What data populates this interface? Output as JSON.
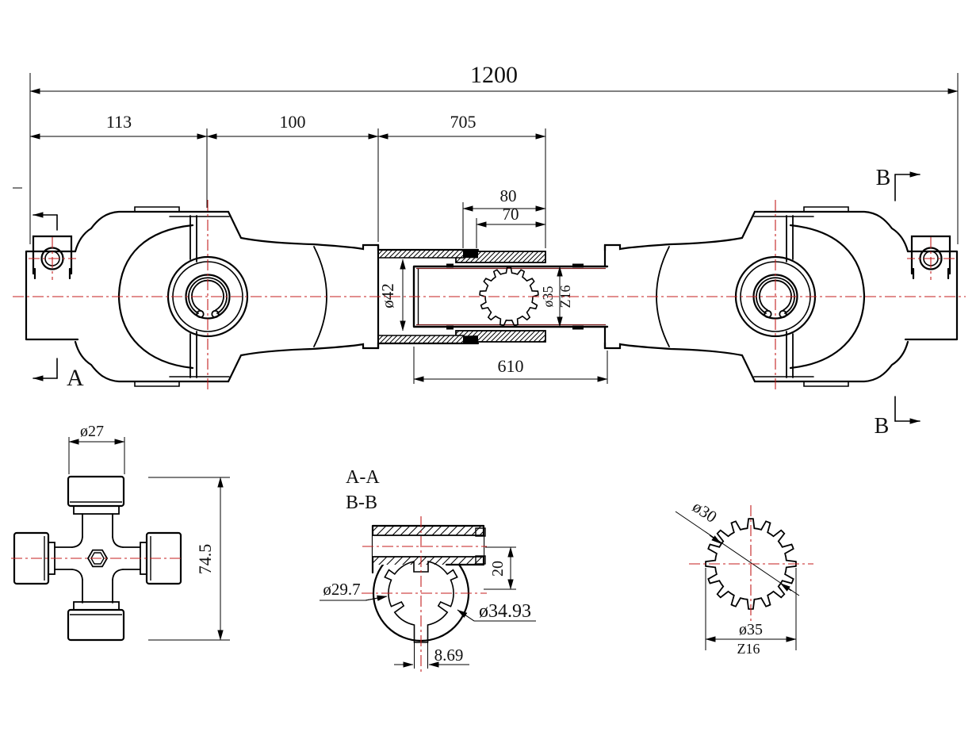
{
  "drawing": {
    "colors": {
      "line": "#000000",
      "centerline": "#c41e1e",
      "shaft_accent": "#7b1d1d",
      "background": "#ffffff"
    },
    "main_view": {
      "dim_overall_length": "1200",
      "dim_hub_to_joint": "113",
      "dim_joint_to_tube": "100",
      "dim_tube_section": "705",
      "dim_sleeve_outer": "80",
      "dim_sleeve_inner": "70",
      "dim_tube_diameter": "ø42",
      "dim_spline_diameter": "ø35",
      "dim_spline_teeth": "Z16",
      "dim_slide_length": "610",
      "section_a_label": "A",
      "section_b_label": "B"
    },
    "cross_journal_view": {
      "dim_cup_diameter": "ø27",
      "dim_overall_height": "74.5"
    },
    "section_view": {
      "label_aa": "A-A",
      "label_bb": "B-B",
      "dim_bore_minor": "ø29.7",
      "dim_bore_major": "ø34.93",
      "dim_hub_offset": "20",
      "dim_slot_width": "8.69"
    },
    "spline_section": {
      "dim_minor_diameter": "ø30",
      "dim_major_diameter": "ø35",
      "dim_teeth_count": "Z16"
    }
  }
}
